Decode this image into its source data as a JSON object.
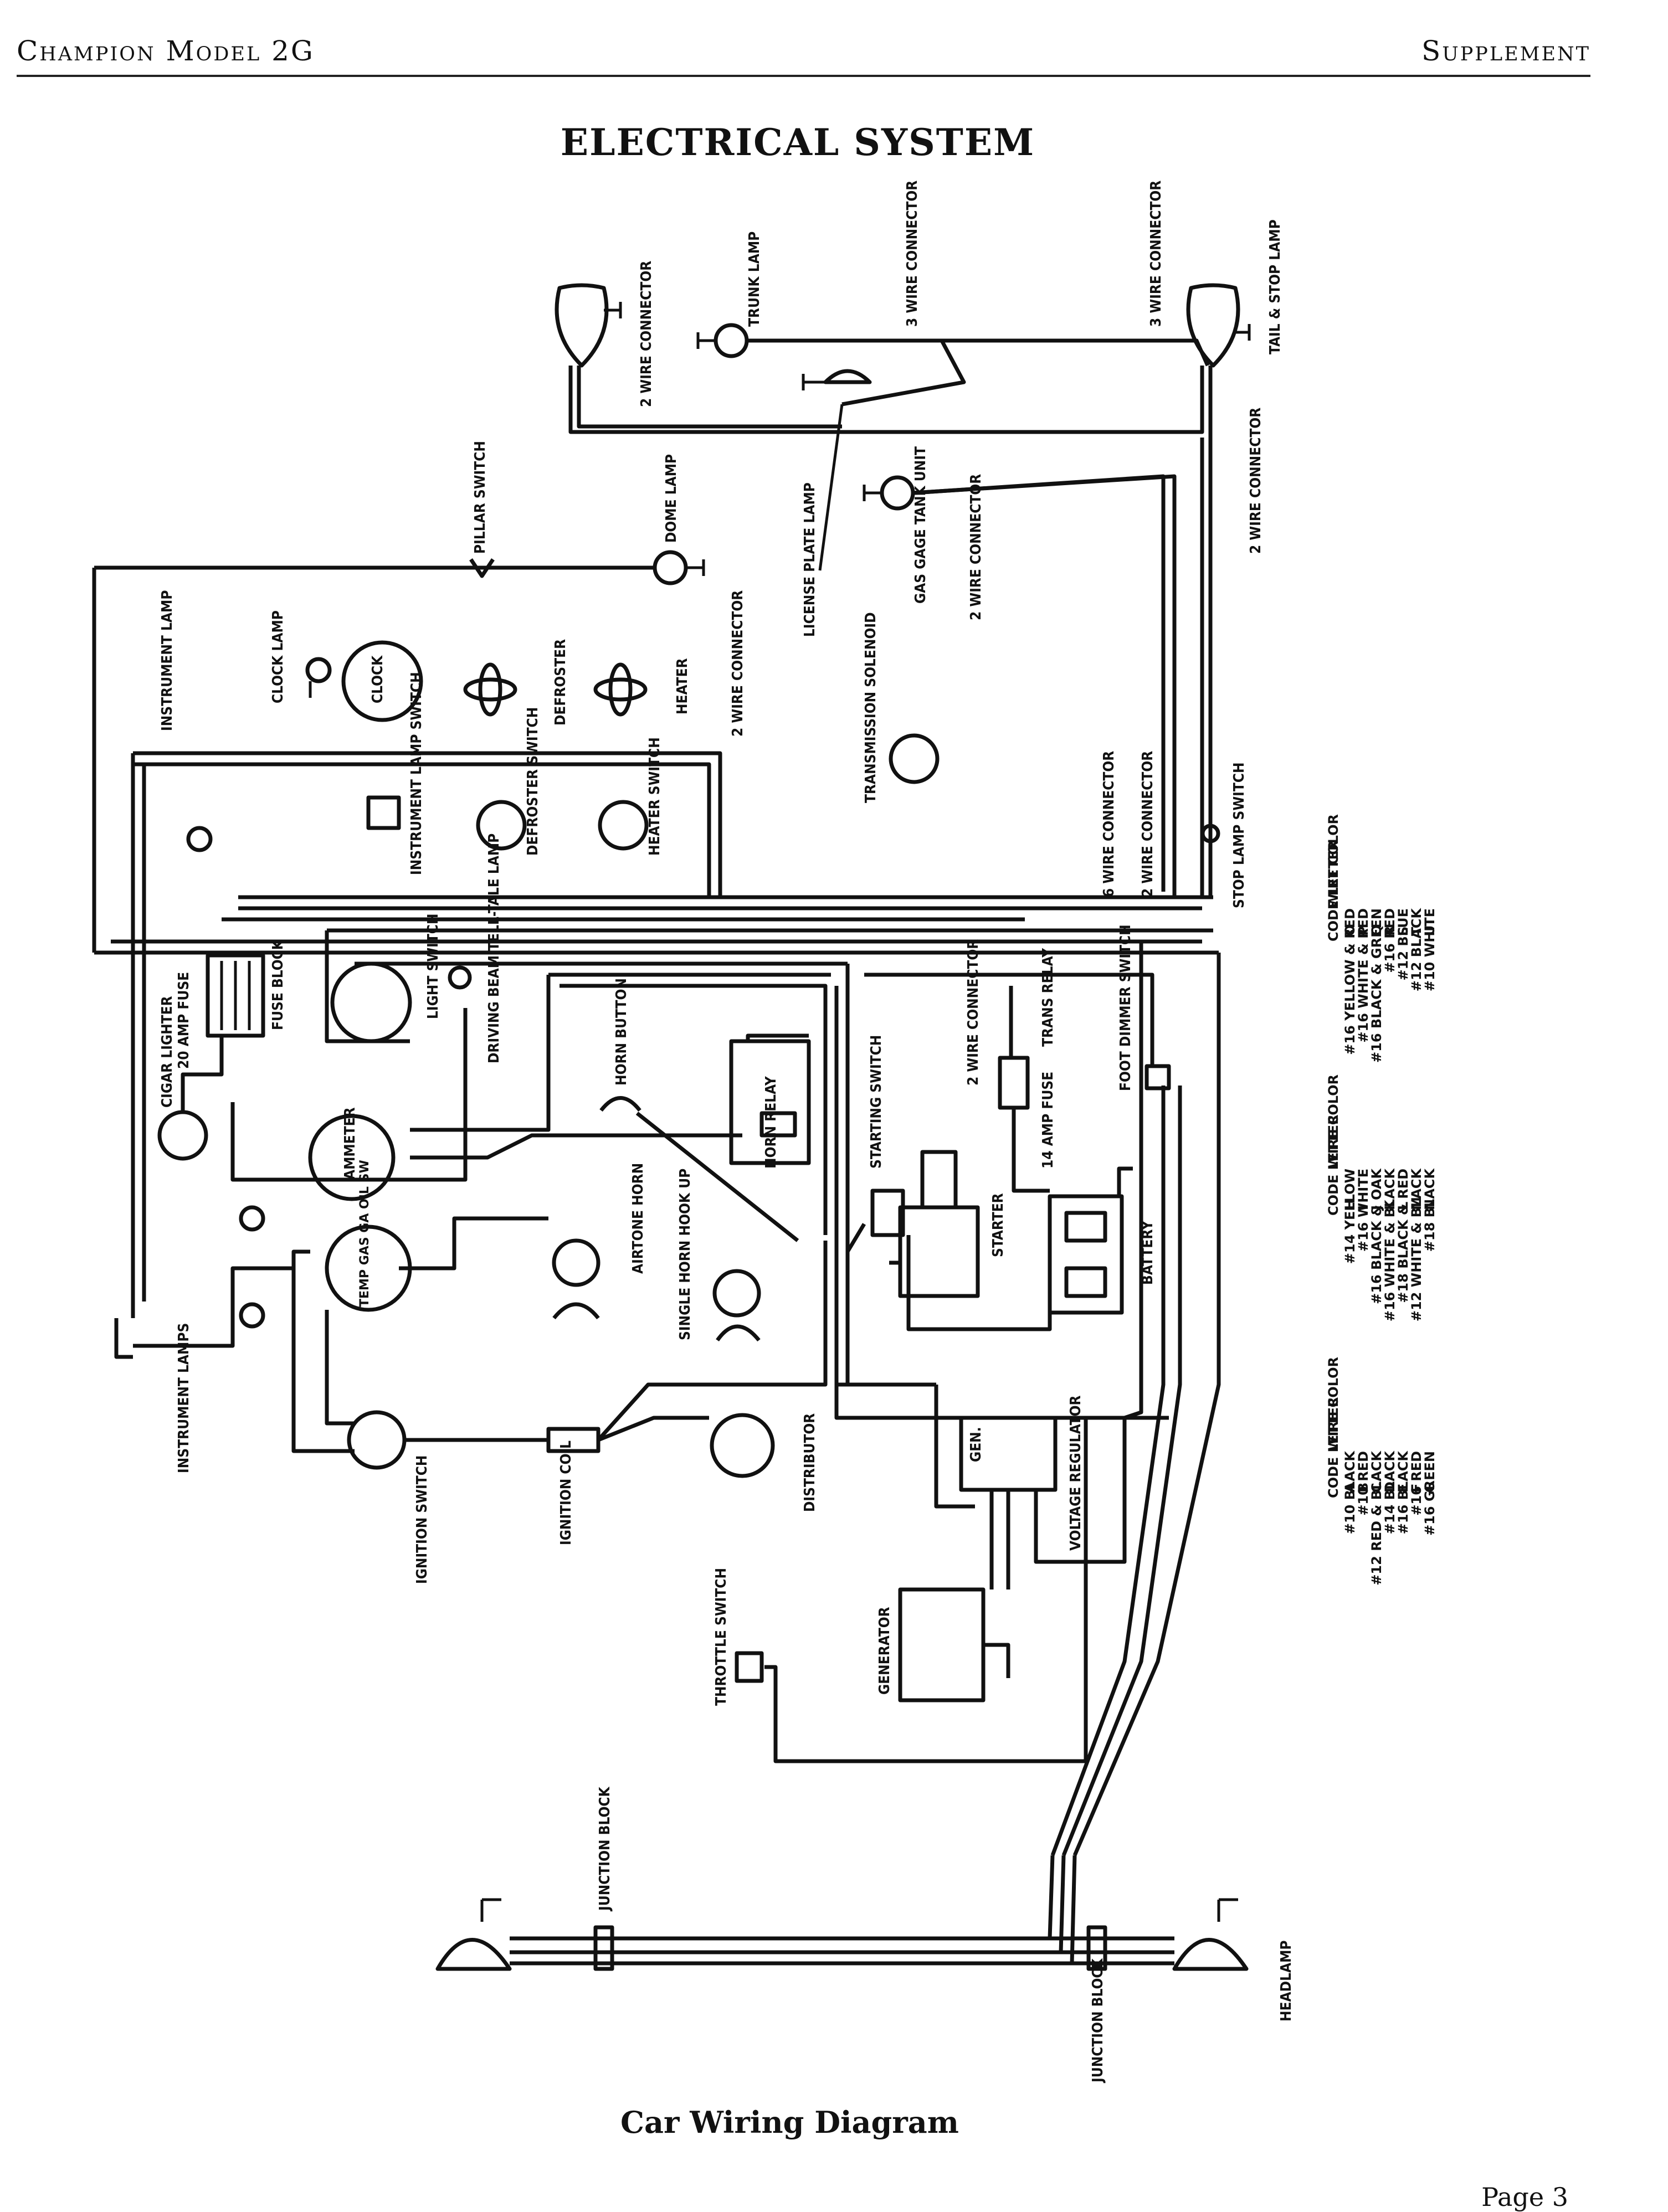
{
  "header": {
    "left": "Champion Model 2G",
    "right": "Supplement"
  },
  "title": "ELECTRICAL SYSTEM",
  "caption": "Car Wiring Diagram",
  "page_label": "Page 3",
  "components": {
    "trunk_lamp": "TRUNK LAMP",
    "three_wire_connector_1": "3 WIRE CONNECTOR",
    "three_wire_connector_2": "3 WIRE CONNECTOR",
    "tail_stop_lamp": "TAIL & STOP LAMP",
    "two_wire_connector_rear_left": "2 WIRE CONNECTOR",
    "two_wire_connector_rear_right": "2 WIRE CONNECTOR",
    "pillar_switch": "PILLAR SWITCH",
    "dome_lamp": "DOME LAMP",
    "license_plate_lamp": "LICENSE PLATE LAMP",
    "gas_gage_tank_unit": "GAS GAGE TANK UNIT",
    "two_wire_connector_gas": "2 WIRE CONNECTOR",
    "instrument_lamp": "INSTRUMENT LAMP",
    "clock_lamp": "CLOCK LAMP",
    "clock": "CLOCK",
    "defroster": "DEFROSTER",
    "heater": "HEATER",
    "two_wire_connector_heater": "2 WIRE CONNECTOR",
    "transmission_solenoid": "TRANSMISSION SOLENOID",
    "six_wire_connector": "6 WIRE CONNECTOR",
    "two_wire_connector_mid": "2 WIRE CONNECTOR",
    "stop_lamp_switch": "STOP LAMP SWITCH",
    "instrument_lamp_switch": "INSTRUMENT LAMP SWITCH",
    "defroster_switch": "DEFROSTER SWITCH",
    "heater_switch": "HEATER SWITCH",
    "fuse_block": "FUSE BLOCK",
    "cigar_lighter": "CIGAR LIGHTER",
    "amp_fuse_20": "20 AMP FUSE",
    "light_switch": "LIGHT SWITCH",
    "driving_beam_lamp": "DRIVING BEAM TELL-TALE LAMP",
    "horn_button": "HORN BUTTON",
    "horn_relay": "HORN RELAY",
    "two_wire_connector_trans": "2 WIRE CONNECTOR",
    "trans_relay": "TRANS RELAY",
    "foot_dimmer_switch": "FOOT DIMMER SWITCH",
    "ammeter": "AMMETER",
    "starting_switch": "STARTING SWITCH",
    "amp_fuse_14": "14 AMP FUSE",
    "airtone_horn": "AIRTONE HORN",
    "single_horn_hookup": "SINGLE HORN HOOK UP",
    "starter": "STARTER",
    "battery": "BATTERY",
    "instrument_lamps": "INSTRUMENT LAMPS",
    "ignition_switch": "IGNITION SWITCH",
    "ignition_coil": "IGNITION COIL",
    "distributor": "DISTRIBUTOR",
    "voltage_regulator": "VOLTAGE REGULATOR",
    "gen": "GEN.",
    "throttle_switch": "THROTTLE SWITCH",
    "generator": "GENERATOR",
    "junction_block_left": "JUNCTION BLOCK",
    "junction_block_right": "JUNCTION BLOCK",
    "headlamp": "HEADLAMP",
    "clock_letter": "CLOCK",
    "gauge_text": "TEMP GAS GA OIL SW"
  },
  "legend": {
    "header_code": "CODE LETTER",
    "header_color": "WIRE COLOR",
    "group1": [
      {
        "code": "A",
        "color": "#10 BLACK"
      },
      {
        "code": "B",
        "color": "#10 RED"
      },
      {
        "code": "C",
        "color": "#12 RED & BLACK"
      },
      {
        "code": "D",
        "color": "#14 BLACK"
      },
      {
        "code": "E",
        "color": "#16 BLACK"
      },
      {
        "code": "F",
        "color": "#16 RED"
      },
      {
        "code": "G",
        "color": "#16 GREEN"
      }
    ],
    "group2": [
      {
        "code": "H",
        "color": "#14 YELLOW"
      },
      {
        "code": "I",
        "color": "#16 WHITE"
      },
      {
        "code": "J",
        "color": "#16 BLACK & OAK"
      },
      {
        "code": "K",
        "color": "#16 WHITE & BLACK"
      },
      {
        "code": "L",
        "color": "#18 BLACK & RED"
      },
      {
        "code": "M",
        "color": "#12 WHITE & BLACK"
      },
      {
        "code": "N",
        "color": "#18 BLACK"
      }
    ],
    "group3": [
      {
        "code": "O",
        "color": "#16 YELLOW & RED"
      },
      {
        "code": "P",
        "color": "#16 WHITE & RED"
      },
      {
        "code": "Q",
        "color": "#16 BLACK & GREEN"
      },
      {
        "code": "R",
        "color": "#16 RED"
      },
      {
        "code": "S",
        "color": "#12 BLUE"
      },
      {
        "code": "T",
        "color": "#12 BLACK"
      },
      {
        "code": "U",
        "color": "#10 WHITE"
      }
    ]
  }
}
